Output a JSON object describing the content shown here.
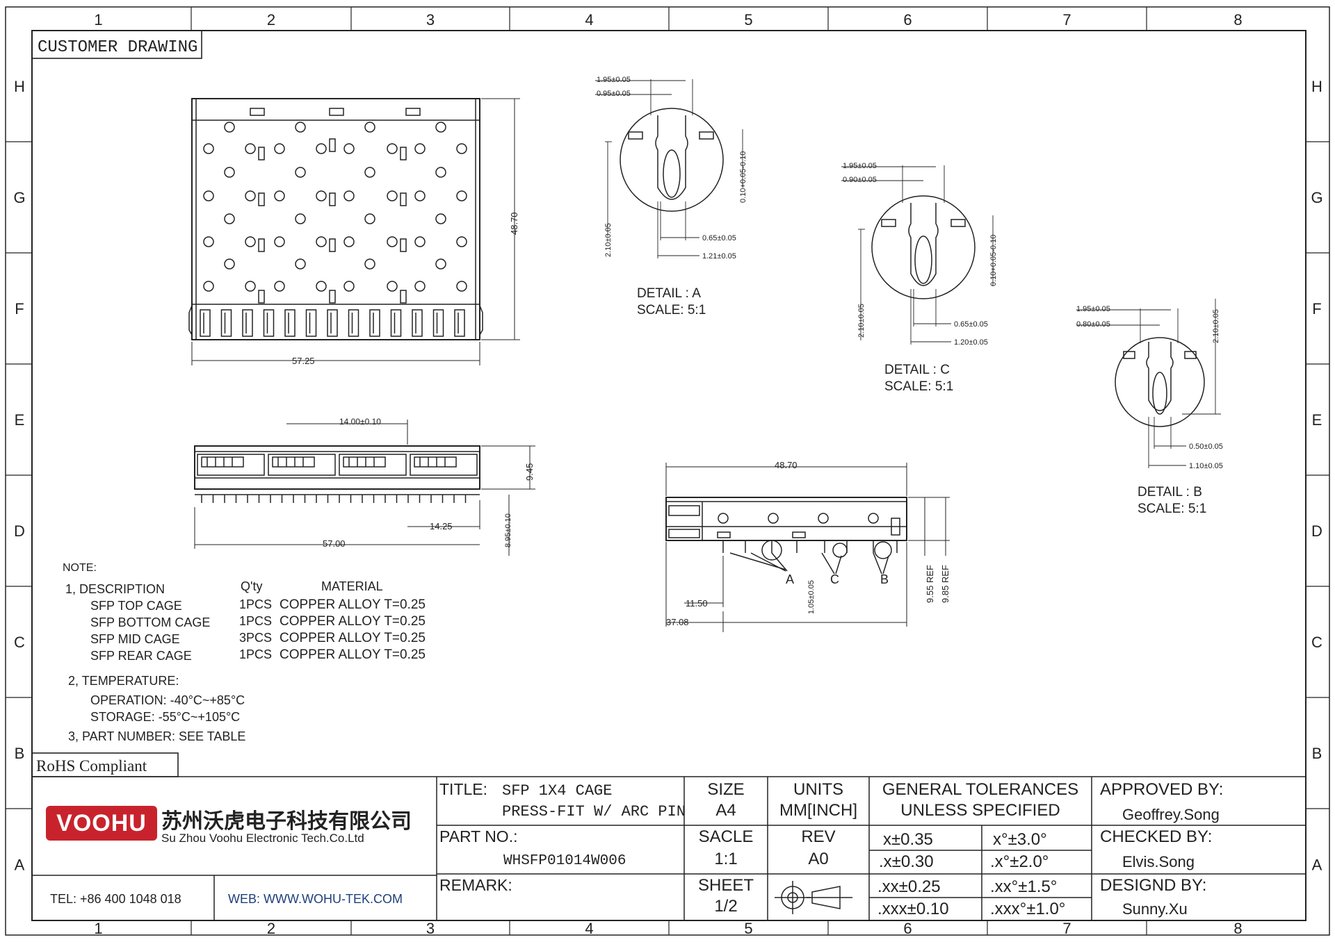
{
  "border": {
    "columns": [
      "1",
      "2",
      "3",
      "4",
      "5",
      "6",
      "7",
      "8"
    ],
    "rows": [
      "H",
      "G",
      "F",
      "E",
      "D",
      "C",
      "B",
      "A"
    ]
  },
  "header_label": "CUSTOMER DRAWING",
  "rohs_label": "RoHS Compliant",
  "views": {
    "top": {
      "width": "57.25",
      "height": "48.70"
    },
    "front": {
      "pitch": "14.00±0.10",
      "height": "9.45",
      "port": "14.25",
      "overall": "57.00",
      "pin": "8.95±0.10"
    },
    "side": {
      "length": "48.70",
      "offset": "11.50",
      "depth": "37.08",
      "pin": "1.05±0.05",
      "ref1": "9.55 REF",
      "ref2": "9.85 REF",
      "callouts": [
        "A",
        "C",
        "B"
      ]
    }
  },
  "details": [
    {
      "title": "DETAIL : A",
      "scale": "SCALE: 5:1",
      "dims": [
        "1.95±0.05",
        "0.95±0.05",
        "0.10+0.05-0.10",
        "2.10±0.05",
        "0.65±0.05",
        "1.21±0.05"
      ]
    },
    {
      "title": "DETAIL : C",
      "scale": "SCALE: 5:1",
      "dims": [
        "1.95±0.05",
        "0.90±0.05",
        "0.10+0.05-0.10",
        "2.10±0.05",
        "0.65±0.05",
        "1.20±0.05"
      ]
    },
    {
      "title": "DETAIL : B",
      "scale": "SCALE: 5:1",
      "dims": [
        "1.95±0.05",
        "0.80±0.05",
        "2.10±0.05",
        "0.50±0.05",
        "1.10±0.05"
      ]
    }
  ],
  "notes": {
    "heading": "NOTE:",
    "item1": "1, DESCRIPTION",
    "qty_header": "Q'ty",
    "material_header": "MATERIAL",
    "rows": [
      {
        "part": "SFP TOP CAGE",
        "qty": "1PCS",
        "material": "COPPER ALLOY T=0.25"
      },
      {
        "part": "SFP BOTTOM CAGE",
        "qty": "1PCS",
        "material": "COPPER ALLOY T=0.25"
      },
      {
        "part": "SFP MID CAGE",
        "qty": "3PCS",
        "material": "COPPER ALLOY T=0.25"
      },
      {
        "part": "SFP REAR CAGE",
        "qty": "1PCS",
        "material": "COPPER ALLOY T=0.25"
      }
    ],
    "item2": "2, TEMPERATURE:",
    "operation": "OPERATION: -40°C~+85°C",
    "storage": "STORAGE: -55°C~+105°C",
    "item3": "3, PART NUMBER: SEE TABLE"
  },
  "title_block": {
    "logo_text": "VOOHU",
    "company_cn": "苏州沃虎电子科技有限公司",
    "company_en": "Su Zhou Voohu Electronic Tech.Co.Ltd",
    "tel": "TEL: +86 400 1048 018",
    "web": "WEB: WWW.WOHU-TEK.COM",
    "title_label": "TITLE:",
    "title_line1": "SFP 1X4 CAGE",
    "title_line2": "PRESS-FIT W/ ARC PIN",
    "part_no_label": "PART NO.:",
    "part_no": "WHSFP01014W006",
    "remark_label": "REMARK:",
    "size_label": "SIZE",
    "size": "A4",
    "units_label": "UNITS",
    "units": "MM[INCH]",
    "scale_label": "SACLE",
    "scale": "1:1",
    "rev_label": "REV",
    "rev": "A0",
    "sheet_label": "SHEET",
    "sheet": "1/2",
    "tol_header1": "GENERAL TOLERANCES",
    "tol_header2": "UNLESS SPECIFIED",
    "tolerances": [
      [
        "x±0.35",
        "x°±3.0°"
      ],
      [
        ".x±0.30",
        ".x°±2.0°"
      ],
      [
        ".xx±0.25",
        ".xx°±1.5°"
      ],
      [
        ".xxx±0.10",
        ".xxx°±1.0°"
      ]
    ],
    "approved_label": "APPROVED BY:",
    "approved": "Geoffrey.Song",
    "checked_label": "CHECKED BY:",
    "checked": "Elvis.Song",
    "designed_label": "DESIGND BY:",
    "designed": "Sunny.Xu"
  },
  "colors": {
    "line": "#222222",
    "logo_red": "#c8232c"
  }
}
